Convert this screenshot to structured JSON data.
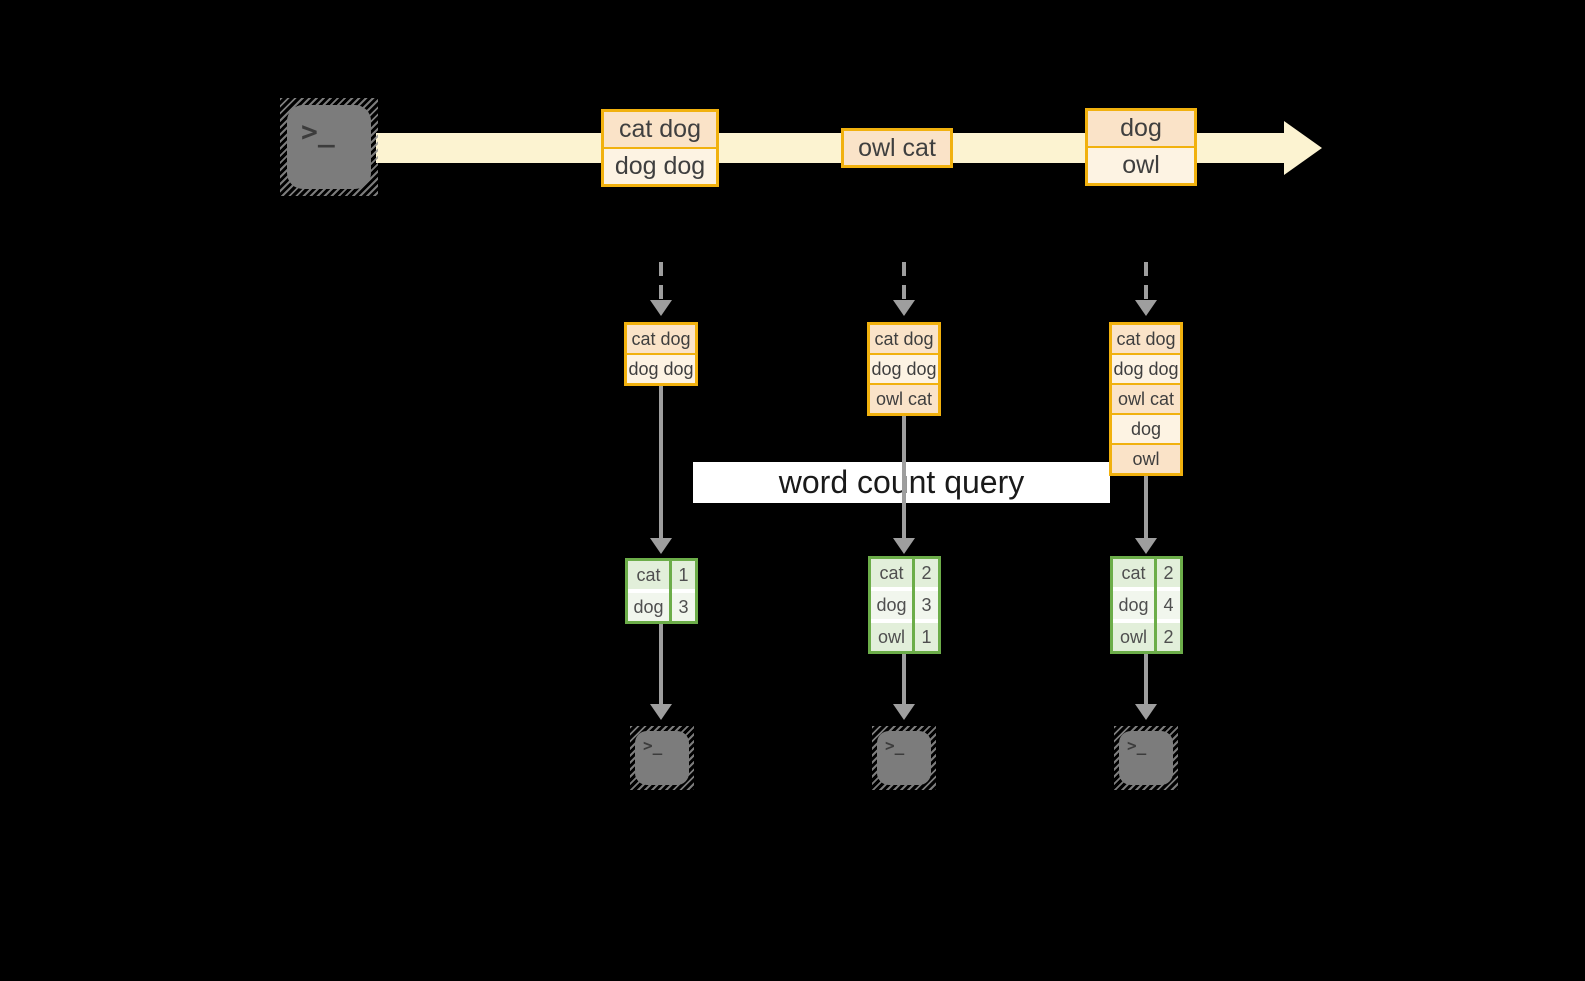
{
  "title_label": {
    "text": "word count query"
  },
  "stream": {
    "events": [
      {
        "lines": [
          "cat dog",
          "dog dog"
        ]
      },
      {
        "lines": [
          "owl cat"
        ]
      },
      {
        "lines": [
          "dog",
          "owl"
        ]
      }
    ]
  },
  "columns": [
    {
      "state": [
        "cat dog",
        "dog dog"
      ],
      "counts": [
        {
          "word": "cat",
          "count": "1"
        },
        {
          "word": "dog",
          "count": "3"
        }
      ]
    },
    {
      "state": [
        "cat dog",
        "dog dog",
        "owl cat"
      ],
      "counts": [
        {
          "word": "cat",
          "count": "2"
        },
        {
          "word": "dog",
          "count": "3"
        },
        {
          "word": "owl",
          "count": "1"
        }
      ]
    },
    {
      "state": [
        "cat dog",
        "dog dog",
        "owl cat",
        "dog",
        "owl"
      ],
      "counts": [
        {
          "word": "cat",
          "count": "2"
        },
        {
          "word": "dog",
          "count": "4"
        },
        {
          "word": "owl",
          "count": "2"
        }
      ]
    }
  ],
  "terminal_icon": {
    "glyph": ">_"
  },
  "icons": {
    "source": "terminal-icon",
    "sinks": [
      "terminal-icon",
      "terminal-icon",
      "terminal-icon"
    ],
    "stream": "right-arrow-band",
    "flow": "down-arrow"
  },
  "colors": {
    "background": "#000000",
    "stream_band": "#FCF3D1",
    "event_border": "#F1B10E",
    "event_cell_peach": "#FAE3C8",
    "event_cell_cream": "#FDF3E3",
    "table_border": "#6CAD49",
    "table_cell_green": "#E2EFDA",
    "table_cell_light": "#F1F6ED",
    "arrow_gray": "#9E9E9E",
    "terminal_gray": "#7C7C7C",
    "label_bg": "#FFFFFF"
  }
}
